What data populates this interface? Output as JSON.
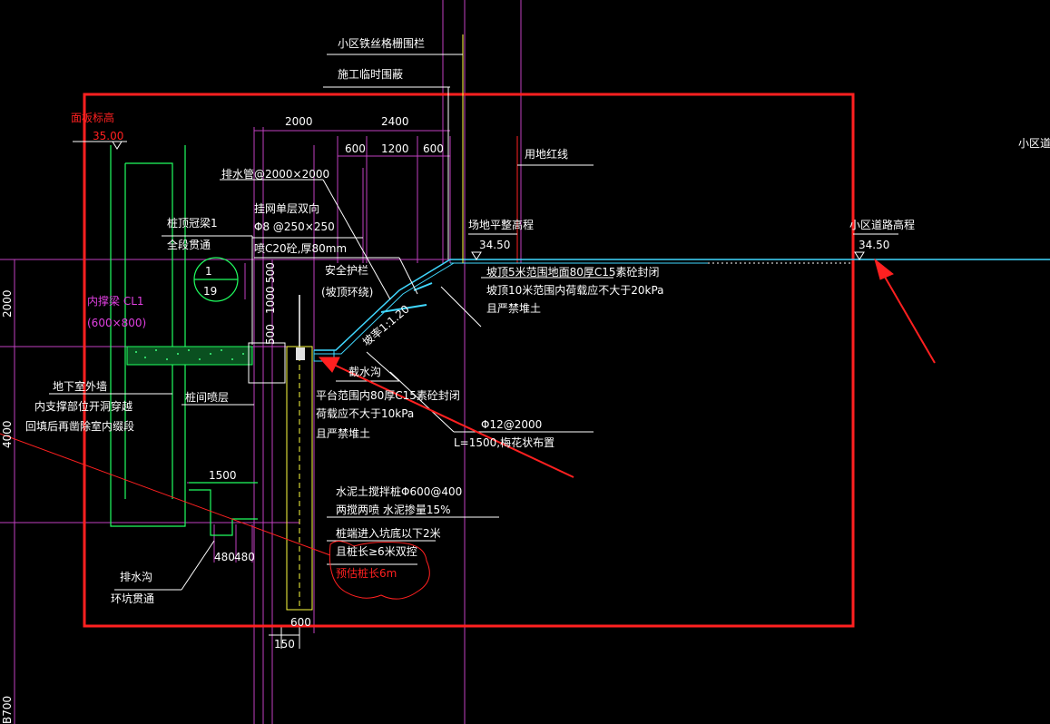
{
  "colors": {
    "background": "#000000",
    "white": "#ffffff",
    "red": "#ff2020",
    "magenta": "#e040e0",
    "cyan": "#40d8ff",
    "green": "#20ff60",
    "yellow": "#ffff40"
  },
  "labels": {
    "wire_fence": "小区铁丝格栅围栏",
    "temp_fence": "施工临时围蔽",
    "land_line": "用地红线",
    "community_road_cut": "小区道路",
    "face_elevation_label": "面板标高",
    "face_elevation_value": "35.00",
    "site_level_label": "场地平整高程",
    "site_level_value": "34.50",
    "road_elevation_label": "小区道路高程",
    "road_elevation_value": "34.50",
    "drain_pipe": "排水管@2000×2000",
    "mesh_line1": "挂网单层双向",
    "mesh_line2": "Φ8 @250×250",
    "mesh_line3": "喷C20砼,厚80mm",
    "guardrail1": "安全护栏",
    "guardrail2": "(坡顶环绕)",
    "crown_beam1": "桩顶冠梁1",
    "crown_beam2": "全段贯通",
    "detail_top": "1",
    "detail_bottom": "19",
    "inner_strut1": "内撑梁 CL1",
    "inner_strut2": "(600×800)",
    "slope_ratio": "坡率1:1.20",
    "slope_note1": "坡顶5米范围地面80厚C15素砼封闭",
    "slope_note2": "坡顶10米范围内荷载应不大于20kPa",
    "slope_note3": "且严禁堆土",
    "cut_ditch": "截水沟",
    "platform1": "平台范围内80厚C15素砼封闭",
    "platform2": "荷载应不大于10kPa",
    "platform3": "且严禁堆土",
    "nail1": "Φ12@2000",
    "nail2": "L=1500,梅花状布置",
    "basement1": "地下室外墙",
    "basement2": "内支撑部位开洞穿越",
    "basement3": "回填后再凿除室内缀段",
    "mesh_layer": "桩间喷层",
    "mix_pile1": "水泥土搅拌桩Φ600@400",
    "mix_pile2": "两搅两喷 水泥掺量15%",
    "mix_pile3": "桩端进入坑底以下2米",
    "mix_pile4": "且桩长≥6米双控",
    "pile_length_note": "预估桩长6m",
    "drain_ditch1": "排水沟",
    "drain_ditch2": "环坑贯通"
  },
  "dims": {
    "d2000": "2000",
    "d2400": "2400",
    "d600a": "600",
    "d1200": "1200",
    "d600b": "600",
    "v500a": "500",
    "v1000": "1000",
    "v500b": "500",
    "left2000": "2000",
    "left4000": "4000",
    "d1500": "1500",
    "d480a": "480",
    "d480b": "480",
    "d600c": "600",
    "d150": "150",
    "b700": "B700"
  }
}
